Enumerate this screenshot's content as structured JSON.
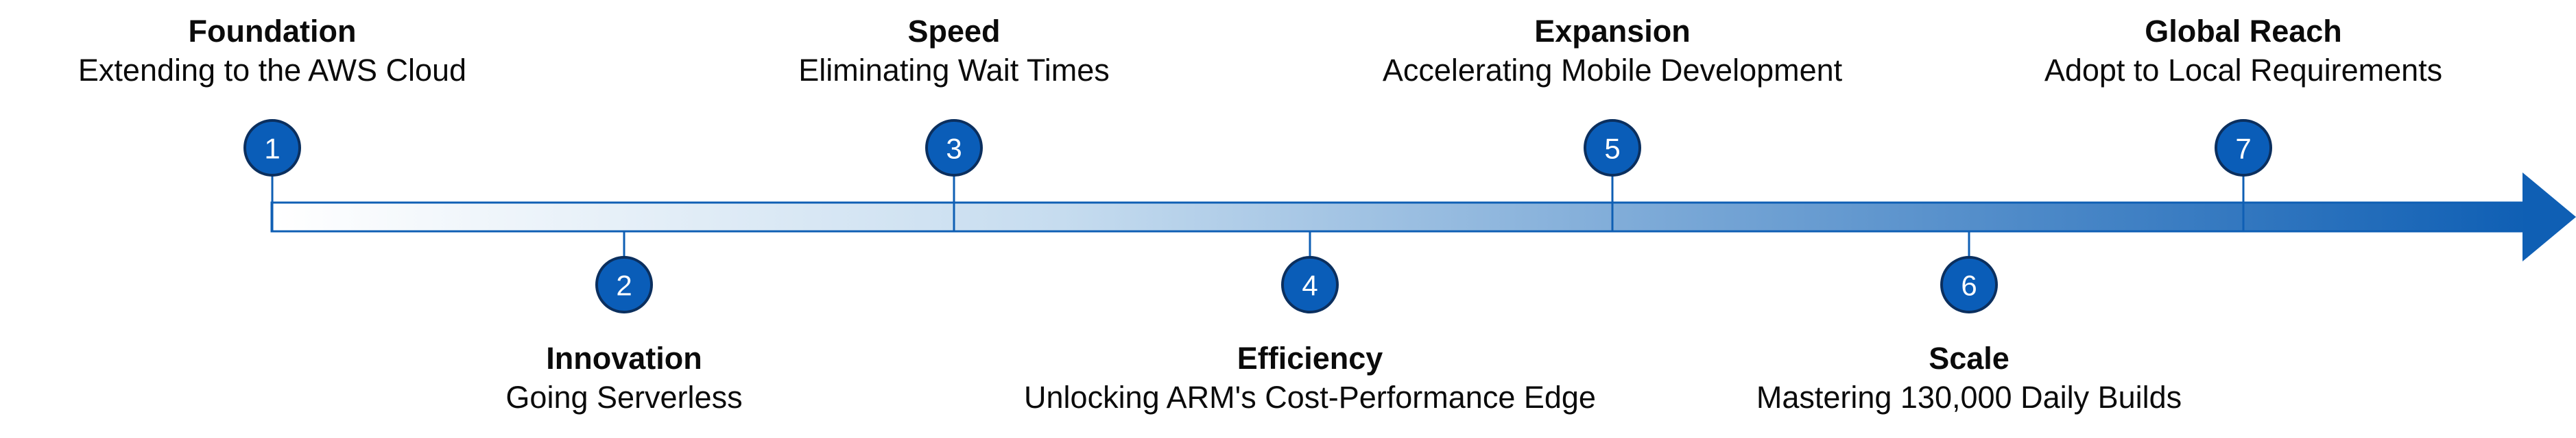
{
  "colors": {
    "arrow_start": "#ffffff",
    "arrow_end": "#0f5fb4",
    "circle_fill": "#0a5db8",
    "circle_stroke": "#0b2f5e",
    "text": "#0b0b0b"
  },
  "milestones": [
    {
      "number": "1",
      "title": "Foundation",
      "subtitle": "Extending to the AWS Cloud",
      "side": "above"
    },
    {
      "number": "2",
      "title": "Innovation",
      "subtitle": "Going Serverless",
      "side": "below"
    },
    {
      "number": "3",
      "title": "Speed",
      "subtitle": "Eliminating Wait Times",
      "side": "above"
    },
    {
      "number": "4",
      "title": "Efficiency",
      "subtitle": "Unlocking ARM's Cost-Performance Edge",
      "side": "below"
    },
    {
      "number": "5",
      "title": "Expansion",
      "subtitle": "Accelerating Mobile Development",
      "side": "above"
    },
    {
      "number": "6",
      "title": "Scale",
      "subtitle": "Mastering 130,000 Daily Builds",
      "side": "below"
    },
    {
      "number": "7",
      "title": "Global Reach",
      "subtitle": "Adopt to Local Requirements",
      "side": "above"
    }
  ]
}
